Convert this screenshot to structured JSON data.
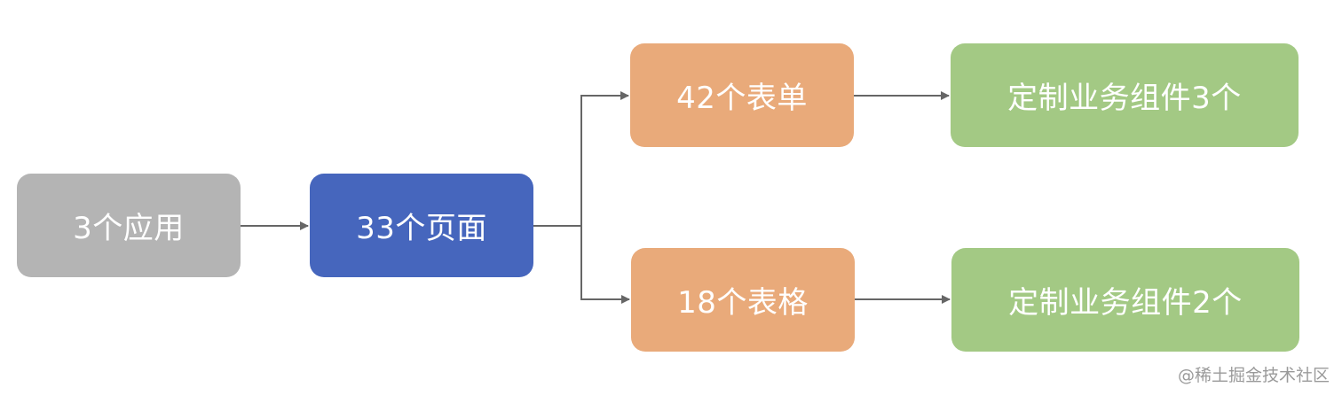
{
  "colors": {
    "apps": "#b4b4b4",
    "pages": "#4666bd",
    "forms_tables": "#e9aa7a",
    "custom": "#a3c984",
    "edge": "#666666"
  },
  "nodes": {
    "apps": "3个应用",
    "pages": "33个页面",
    "forms": "42个表单",
    "tables": "18个表格",
    "custom_forms": "定制业务组件3个",
    "custom_tables": "定制业务组件2个"
  },
  "watermark": "@稀土掘金技术社区"
}
